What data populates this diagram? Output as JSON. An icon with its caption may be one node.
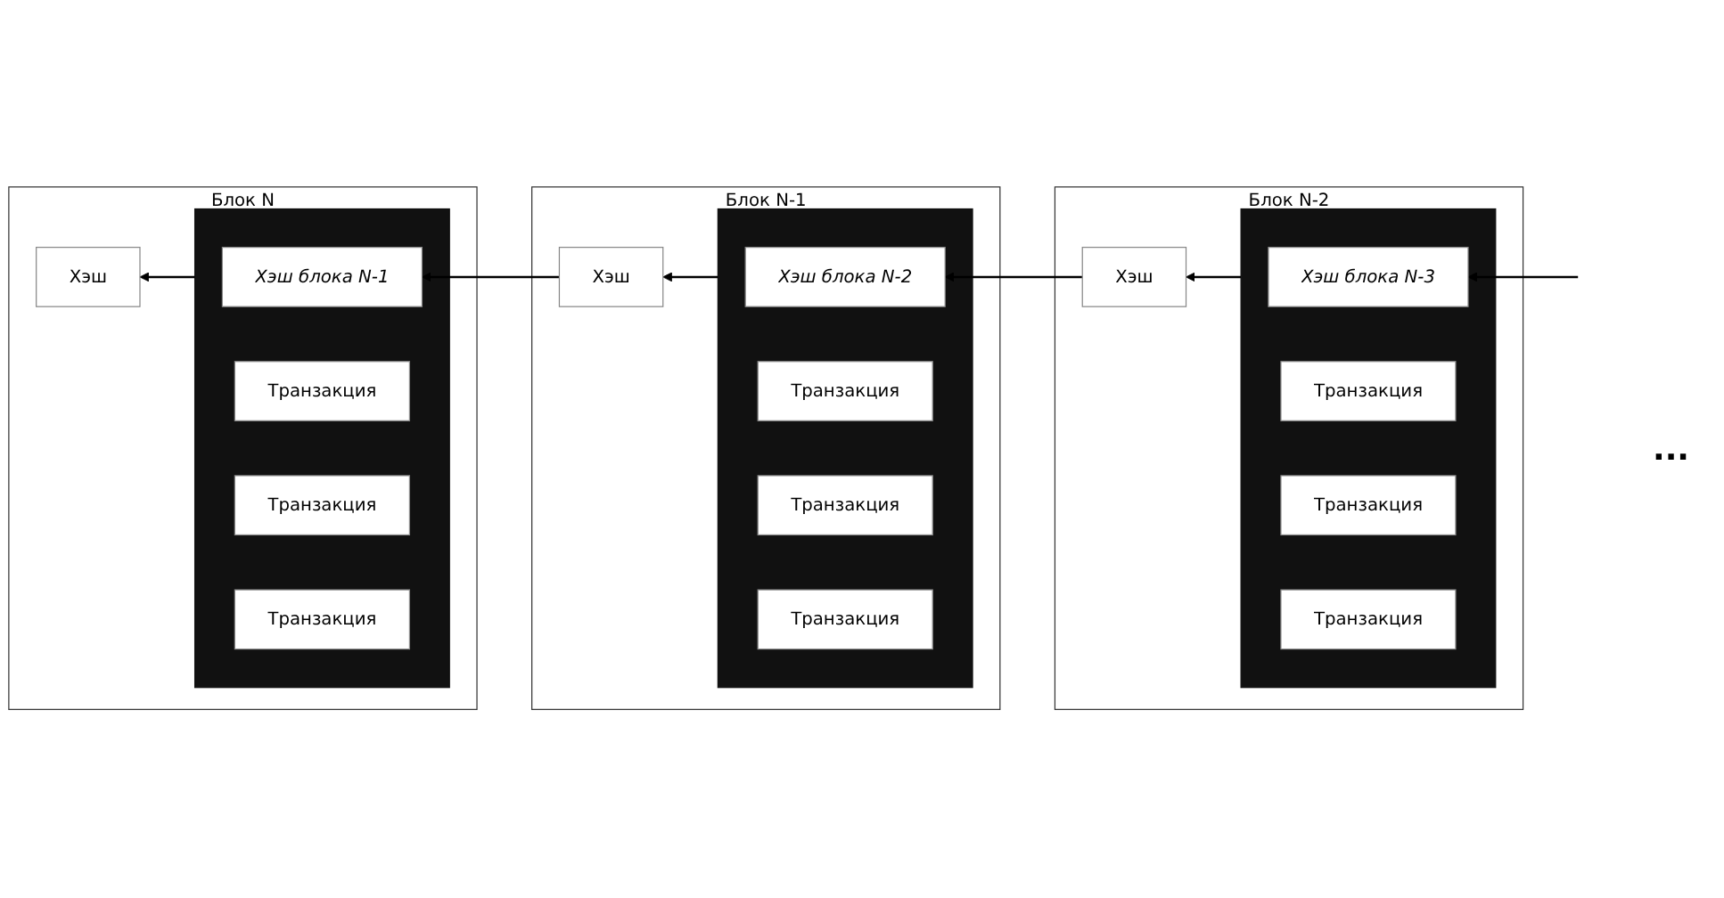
{
  "diagram": {
    "nodes": [
      {
        "text": [
          "Блок N"
        ]
      },
      {
        "text": [
          "Хэш"
        ],
        "in": 0
      },
      {
        "text": [],
        "shape": "box",
        "in": 0
      },
      {
        "text": [
          "Хэш блока N-1"
        ],
        "in": 2
      },
      {
        "text": [
          "Транзакция"
        ],
        "in": 2
      },
      {
        "text": [
          "Транзакция"
        ],
        "in": 2
      },
      {
        "text": [
          "Транзакция"
        ],
        "in": 2
      },
      {
        "text": [
          "Блок N-1"
        ]
      },
      {
        "text": [
          "Хэш"
        ],
        "in": 7
      },
      {
        "text": [],
        "shape": "box",
        "in": 7
      },
      {
        "text": [
          "Хэш блока N-2"
        ],
        "in": 9
      },
      {
        "text": [
          "Транзакция"
        ],
        "in": 9
      },
      {
        "text": [
          "Транзакция"
        ],
        "in": 9
      },
      {
        "text": [
          "Транзакция"
        ],
        "in": 9
      },
      {
        "text": [
          "Блок N-2"
        ]
      },
      {
        "text": [
          "Хэш"
        ],
        "in": 14
      },
      {
        "text": [],
        "shape": "box",
        "in": 14
      },
      {
        "text": [
          "Хэш блока N-3"
        ],
        "in": 16
      },
      {
        "text": [
          "Транзакция"
        ],
        "in": 16
      },
      {
        "text": [
          "Транзакция"
        ],
        "in": 16
      },
      {
        "text": [
          "Транзакция"
        ],
        "in": 16
      }
    ],
    "edges": [
      {
        "from": 2,
        "to": 1,
        "arrow": "to"
      },
      {
        "from": 8,
        "to": 3,
        "arrow": "to"
      },
      {
        "from": 9,
        "to": 8,
        "arrow": "to"
      },
      {
        "from": 15,
        "to": 10,
        "arrow": "to"
      },
      {
        "from": 16,
        "to": 15,
        "arrow": "to"
      },
      {
        "from": null,
        "to": 17,
        "arrow": "to"
      }
    ],
    "labels": [
      "..."
    ]
  }
}
